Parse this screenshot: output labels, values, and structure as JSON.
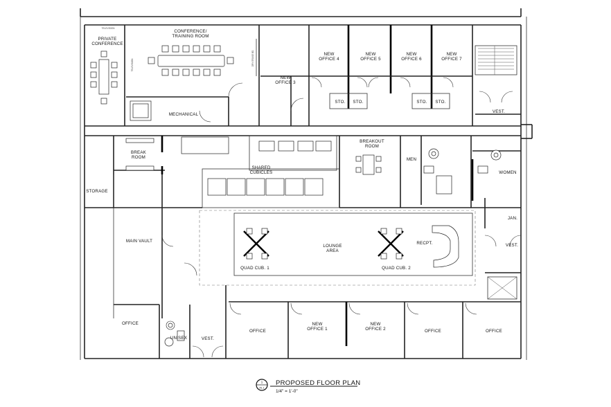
{
  "rooms": {
    "television_top": "TELEVISION",
    "private_conference": [
      "PRIVATE",
      "CONFERENCE"
    ],
    "conference_training": [
      "CONFERENCE/",
      "TRAINING ROOM"
    ],
    "television_side": "TELEVISION",
    "dry_erase": "DRY ERASE BD.",
    "mechanical": "MECHANICAL",
    "new_office_3": [
      "NEW",
      "OFFICE 3"
    ],
    "new_office_4": [
      "NEW",
      "OFFICE 4"
    ],
    "new_office_5": [
      "NEW",
      "OFFICE 5"
    ],
    "new_office_6": [
      "NEW",
      "OFFICE 6"
    ],
    "new_office_7": [
      "NEW",
      "OFFICE 7"
    ],
    "sto": "STO.",
    "vest": "VEST.",
    "break_room": [
      "BREAK",
      "ROOM"
    ],
    "storage": "STORAGE",
    "shared_cubicles": [
      "SHARED",
      "CUBICLES"
    ],
    "breakout_room": [
      "BREAKOUT",
      "ROOM"
    ],
    "men": "MEN",
    "women": "WOMEN",
    "jan": "JAN.",
    "main_vault": "MAIN VAULT",
    "lounge_area": [
      "LOUNGE",
      "AREA"
    ],
    "quad_cub_1": "QUAD CUB. 1",
    "quad_cub_2": "QUAD CUB. 2",
    "recept": "RECPT.",
    "office": "OFFICE",
    "unisex": "UNISEX",
    "new_office_1": [
      "NEW",
      "OFFICE 1"
    ],
    "new_office_2": [
      "NEW",
      "OFFICE 2"
    ]
  },
  "title_block": {
    "title": "PROPOSED FLOOR PLAN",
    "scale": "1/4\" = 1'-0\"",
    "marker_number": "1",
    "marker_sheet": "A1.1"
  }
}
